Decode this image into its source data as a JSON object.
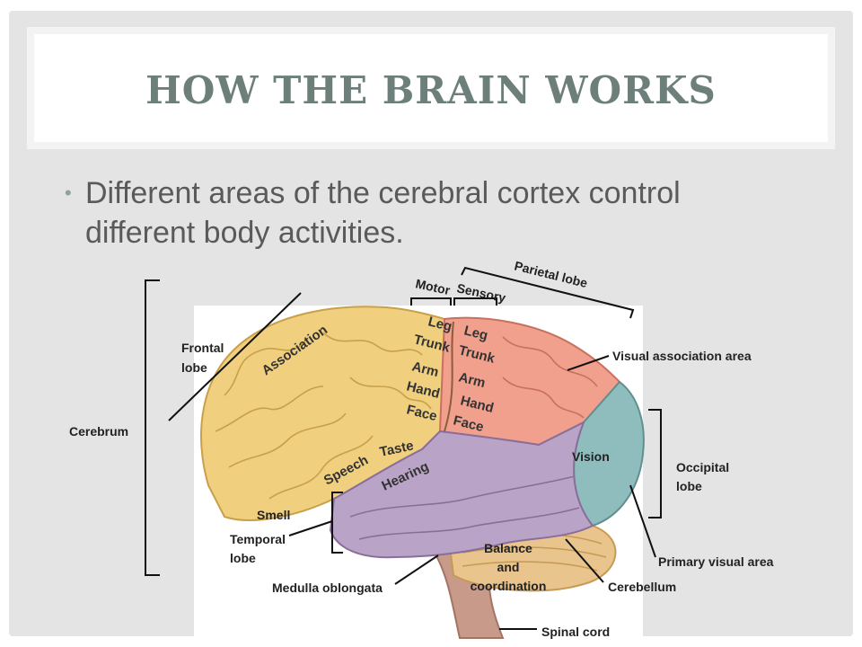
{
  "slide": {
    "title": "HOW THE BRAIN WORKS",
    "bullet": "Different areas of the cerebral cortex control different body activities."
  },
  "diagram": {
    "labels": {
      "cerebrum": "Cerebrum",
      "frontal_lobe_1": "Frontal",
      "frontal_lobe_2": "lobe",
      "association": "Association",
      "motor": "Motor",
      "sensory": "Sensory",
      "parietal_lobe": "Parietal lobe",
      "visual_association_area": "Visual association area",
      "vision": "Vision",
      "occipital_lobe_1": "Occipital",
      "occipital_lobe_2": "lobe",
      "primary_visual_area": "Primary visual area",
      "cerebellum": "Cerebellum",
      "spinal_cord": "Spinal cord",
      "medulla_oblongata": "Medulla oblongata",
      "balance_1": "Balance",
      "balance_2": "and",
      "balance_3": "coordination",
      "temporal_lobe_1": "Temporal",
      "temporal_lobe_2": "lobe",
      "smell": "Smell",
      "speech": "Speech",
      "taste": "Taste",
      "hearing": "Hearing"
    },
    "motor_regions": [
      "Leg",
      "Trunk",
      "Arm",
      "Hand",
      "Face"
    ],
    "sensory_regions": [
      "Leg",
      "Trunk",
      "Arm",
      "Hand",
      "Face"
    ],
    "colors": {
      "frontal": "#f0cf7e",
      "parietal": "#f0a08c",
      "temporal": "#b9a3c6",
      "occipital": "#8fbdbd",
      "cerebellum": "#e9c48c",
      "brainstem": "#c79a8a"
    }
  }
}
